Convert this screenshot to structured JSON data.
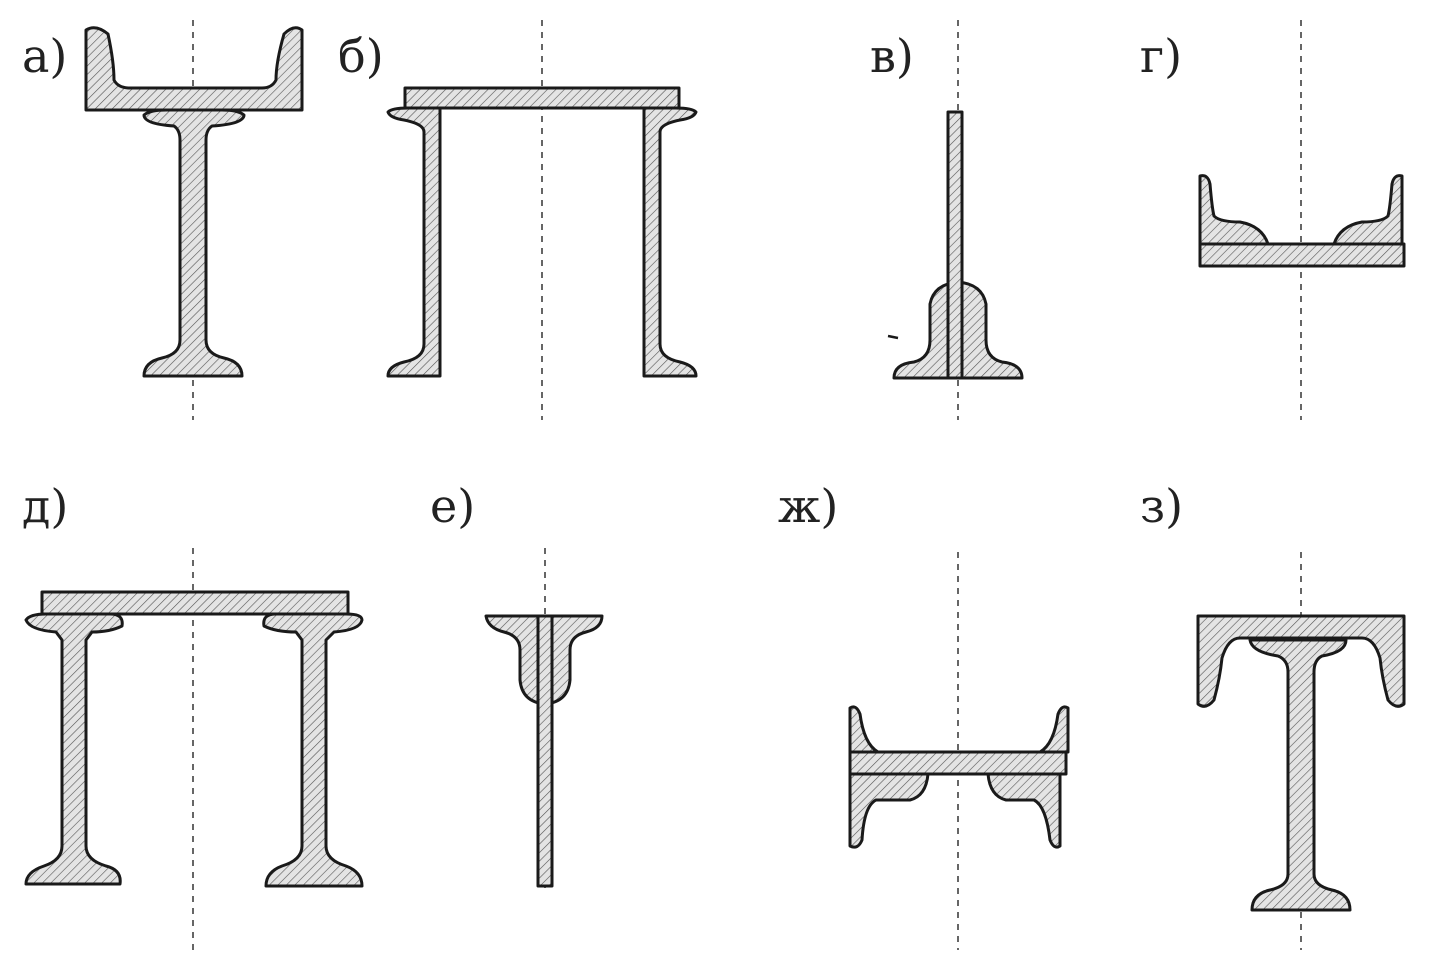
{
  "labels": {
    "a": "а)",
    "b": "б)",
    "v": "в)",
    "g": "г)",
    "d": "д)",
    "e": "е)",
    "zh": "ж)",
    "z": "з)"
  },
  "colors": {
    "line": "#1a1a1a",
    "hatch_fill": "#e4e4e4",
    "hatch_line": "#555555",
    "background": "#ffffff"
  }
}
